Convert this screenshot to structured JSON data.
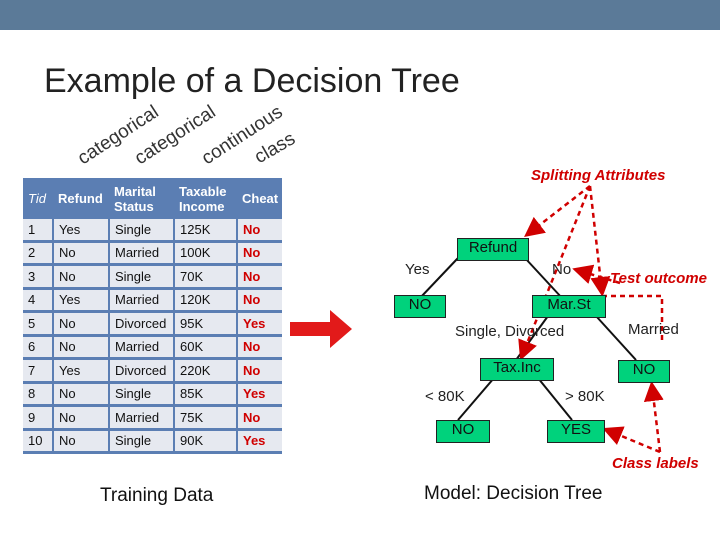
{
  "slide": {
    "title": "Example of a Decision Tree",
    "attr_types": [
      "categorical",
      "categorical",
      "continuous",
      "class"
    ]
  },
  "training_table": {
    "headers": [
      "Tid",
      "Refund",
      "Marital Status",
      "Taxable Income",
      "Cheat"
    ],
    "rows": [
      [
        "1",
        "Yes",
        "Single",
        "125K",
        "No"
      ],
      [
        "2",
        "No",
        "Married",
        "100K",
        "No"
      ],
      [
        "3",
        "No",
        "Single",
        "70K",
        "No"
      ],
      [
        "4",
        "Yes",
        "Married",
        "120K",
        "No"
      ],
      [
        "5",
        "No",
        "Divorced",
        "95K",
        "Yes"
      ],
      [
        "6",
        "No",
        "Married",
        "60K",
        "No"
      ],
      [
        "7",
        "Yes",
        "Divorced",
        "220K",
        "No"
      ],
      [
        "8",
        "No",
        "Single",
        "85K",
        "Yes"
      ],
      [
        "9",
        "No",
        "Married",
        "75K",
        "No"
      ],
      [
        "10",
        "No",
        "Single",
        "90K",
        "Yes"
      ]
    ],
    "caption": "Training Data"
  },
  "tree": {
    "nodes": {
      "refund": "Refund",
      "no_refund_yes": "NO",
      "marst": "Mar.St",
      "taxinc": "Tax.Inc",
      "no_low_income": "NO",
      "yes_high_income": "YES",
      "no_married": "NO"
    },
    "edges": {
      "yes": "Yes",
      "no": "No",
      "single_divorced": "Single, Divorced",
      "married": "Married",
      "lt80": "< 80K",
      "gt80": "> 80K"
    },
    "annotations": {
      "splitting": "Splitting Attributes",
      "test_outcome": "Test outcome",
      "class_labels": "Class labels"
    },
    "caption": "Model:  Decision Tree"
  },
  "colors": {
    "header_bar": "#5b7a98",
    "table_fill": "#5b7eb3",
    "node_fill": "#00d27c",
    "annotation": "#d00000"
  }
}
